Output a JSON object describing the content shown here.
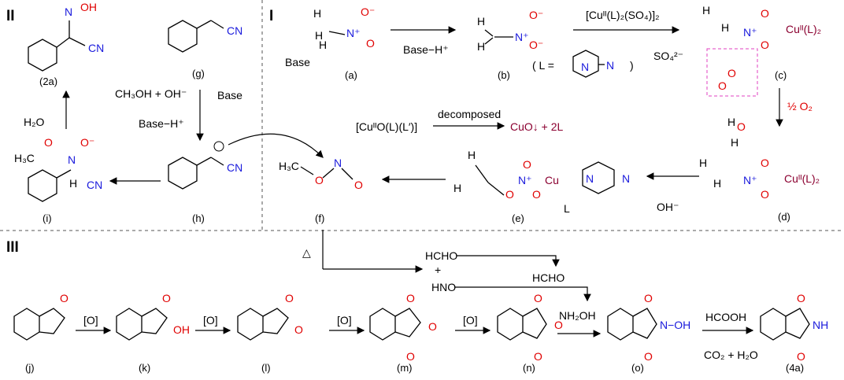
{
  "sections": {
    "I": "I",
    "II": "II",
    "III": "III"
  },
  "compounds": {
    "a": "(a)",
    "b": "(b)",
    "c": "(c)",
    "d": "(d)",
    "e": "(e)",
    "f": "(f)",
    "g": "(g)",
    "h": "(h)",
    "i": "(i)",
    "2a": "(2a)",
    "j": "(j)",
    "k": "(k)",
    "l": "(l)",
    "m": "(m)",
    "n": "(n)",
    "o": "(o)",
    "4a": "(4a)"
  },
  "reagents": {
    "base": "Base",
    "base_h": "Base−H⁺",
    "cu_catalyst": "[Cuᴵᴵ(L)₂(SO₄)]₂",
    "sulfate": "SO₄²⁻",
    "ligand_prefix": "( L =",
    "ligand_suffix": ")",
    "half_o2": "½ O₂",
    "cu_complex": "[CuᴵᴵO(L)(L′)]",
    "decomposed": "decomposed",
    "cuo": "CuO↓ + 2L",
    "oh_minus": "OH⁻",
    "ch3oh": "CH₃OH + OH⁻",
    "h2o": "H₂O",
    "base2": "Base",
    "base_h2": "Base−H⁺",
    "oxidant": "[O]",
    "delta": "△",
    "hcho": "HCHO",
    "plus": "+",
    "hno": "HNO",
    "hcho2": "HCHO",
    "nh2oh": "NH₂OH",
    "hcooh": "HCOOH",
    "co2_h2o": "CO₂ + H₂O"
  },
  "atoms": {
    "O": "O",
    "N": "N",
    "H": "H",
    "OH": "OH",
    "NH": "NH",
    "CN": "CN",
    "Cu": "Cu",
    "CuL2": "Cuᴵᴵ(L)₂",
    "L": "L",
    "NOH": "N−OH",
    "H3C": "H₃C",
    "O_minus": "O⁻",
    "N_plus": "N⁺"
  }
}
